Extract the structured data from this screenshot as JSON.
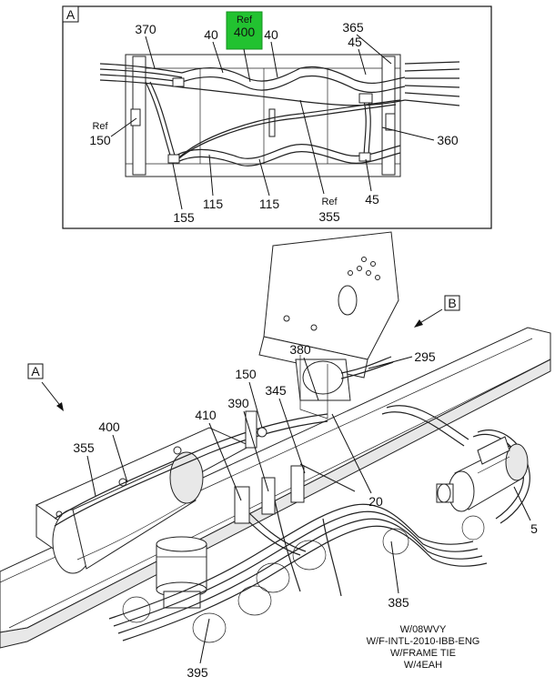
{
  "detail_box": {
    "label": "A",
    "highlight_color": "#22c230",
    "callouts": {
      "c370": "370",
      "c40a": "40",
      "ref400_ref": "Ref",
      "ref400_num": "400",
      "c40b": "40",
      "c365": "365",
      "c45a": "45",
      "ref150_ref": "Ref",
      "ref150_num": "150",
      "c360": "360",
      "c155": "155",
      "c115a": "115",
      "c115b": "115",
      "ref355_ref": "Ref",
      "ref355_num": "355",
      "c45b": "45"
    }
  },
  "main_view": {
    "view_a": "A",
    "view_b": "B",
    "callouts": {
      "c295": "295",
      "c380": "380",
      "c150": "150",
      "c345": "345",
      "c390": "390",
      "c410": "410",
      "c400": "400",
      "c355": "355",
      "c20": "20",
      "c5": "5",
      "c385": "385",
      "c395": "395"
    }
  },
  "conditions": [
    "W/08WVY",
    "W/F-INTL-2010-IBB-ENG",
    "W/FRAME TIE",
    "W/4EAH"
  ]
}
